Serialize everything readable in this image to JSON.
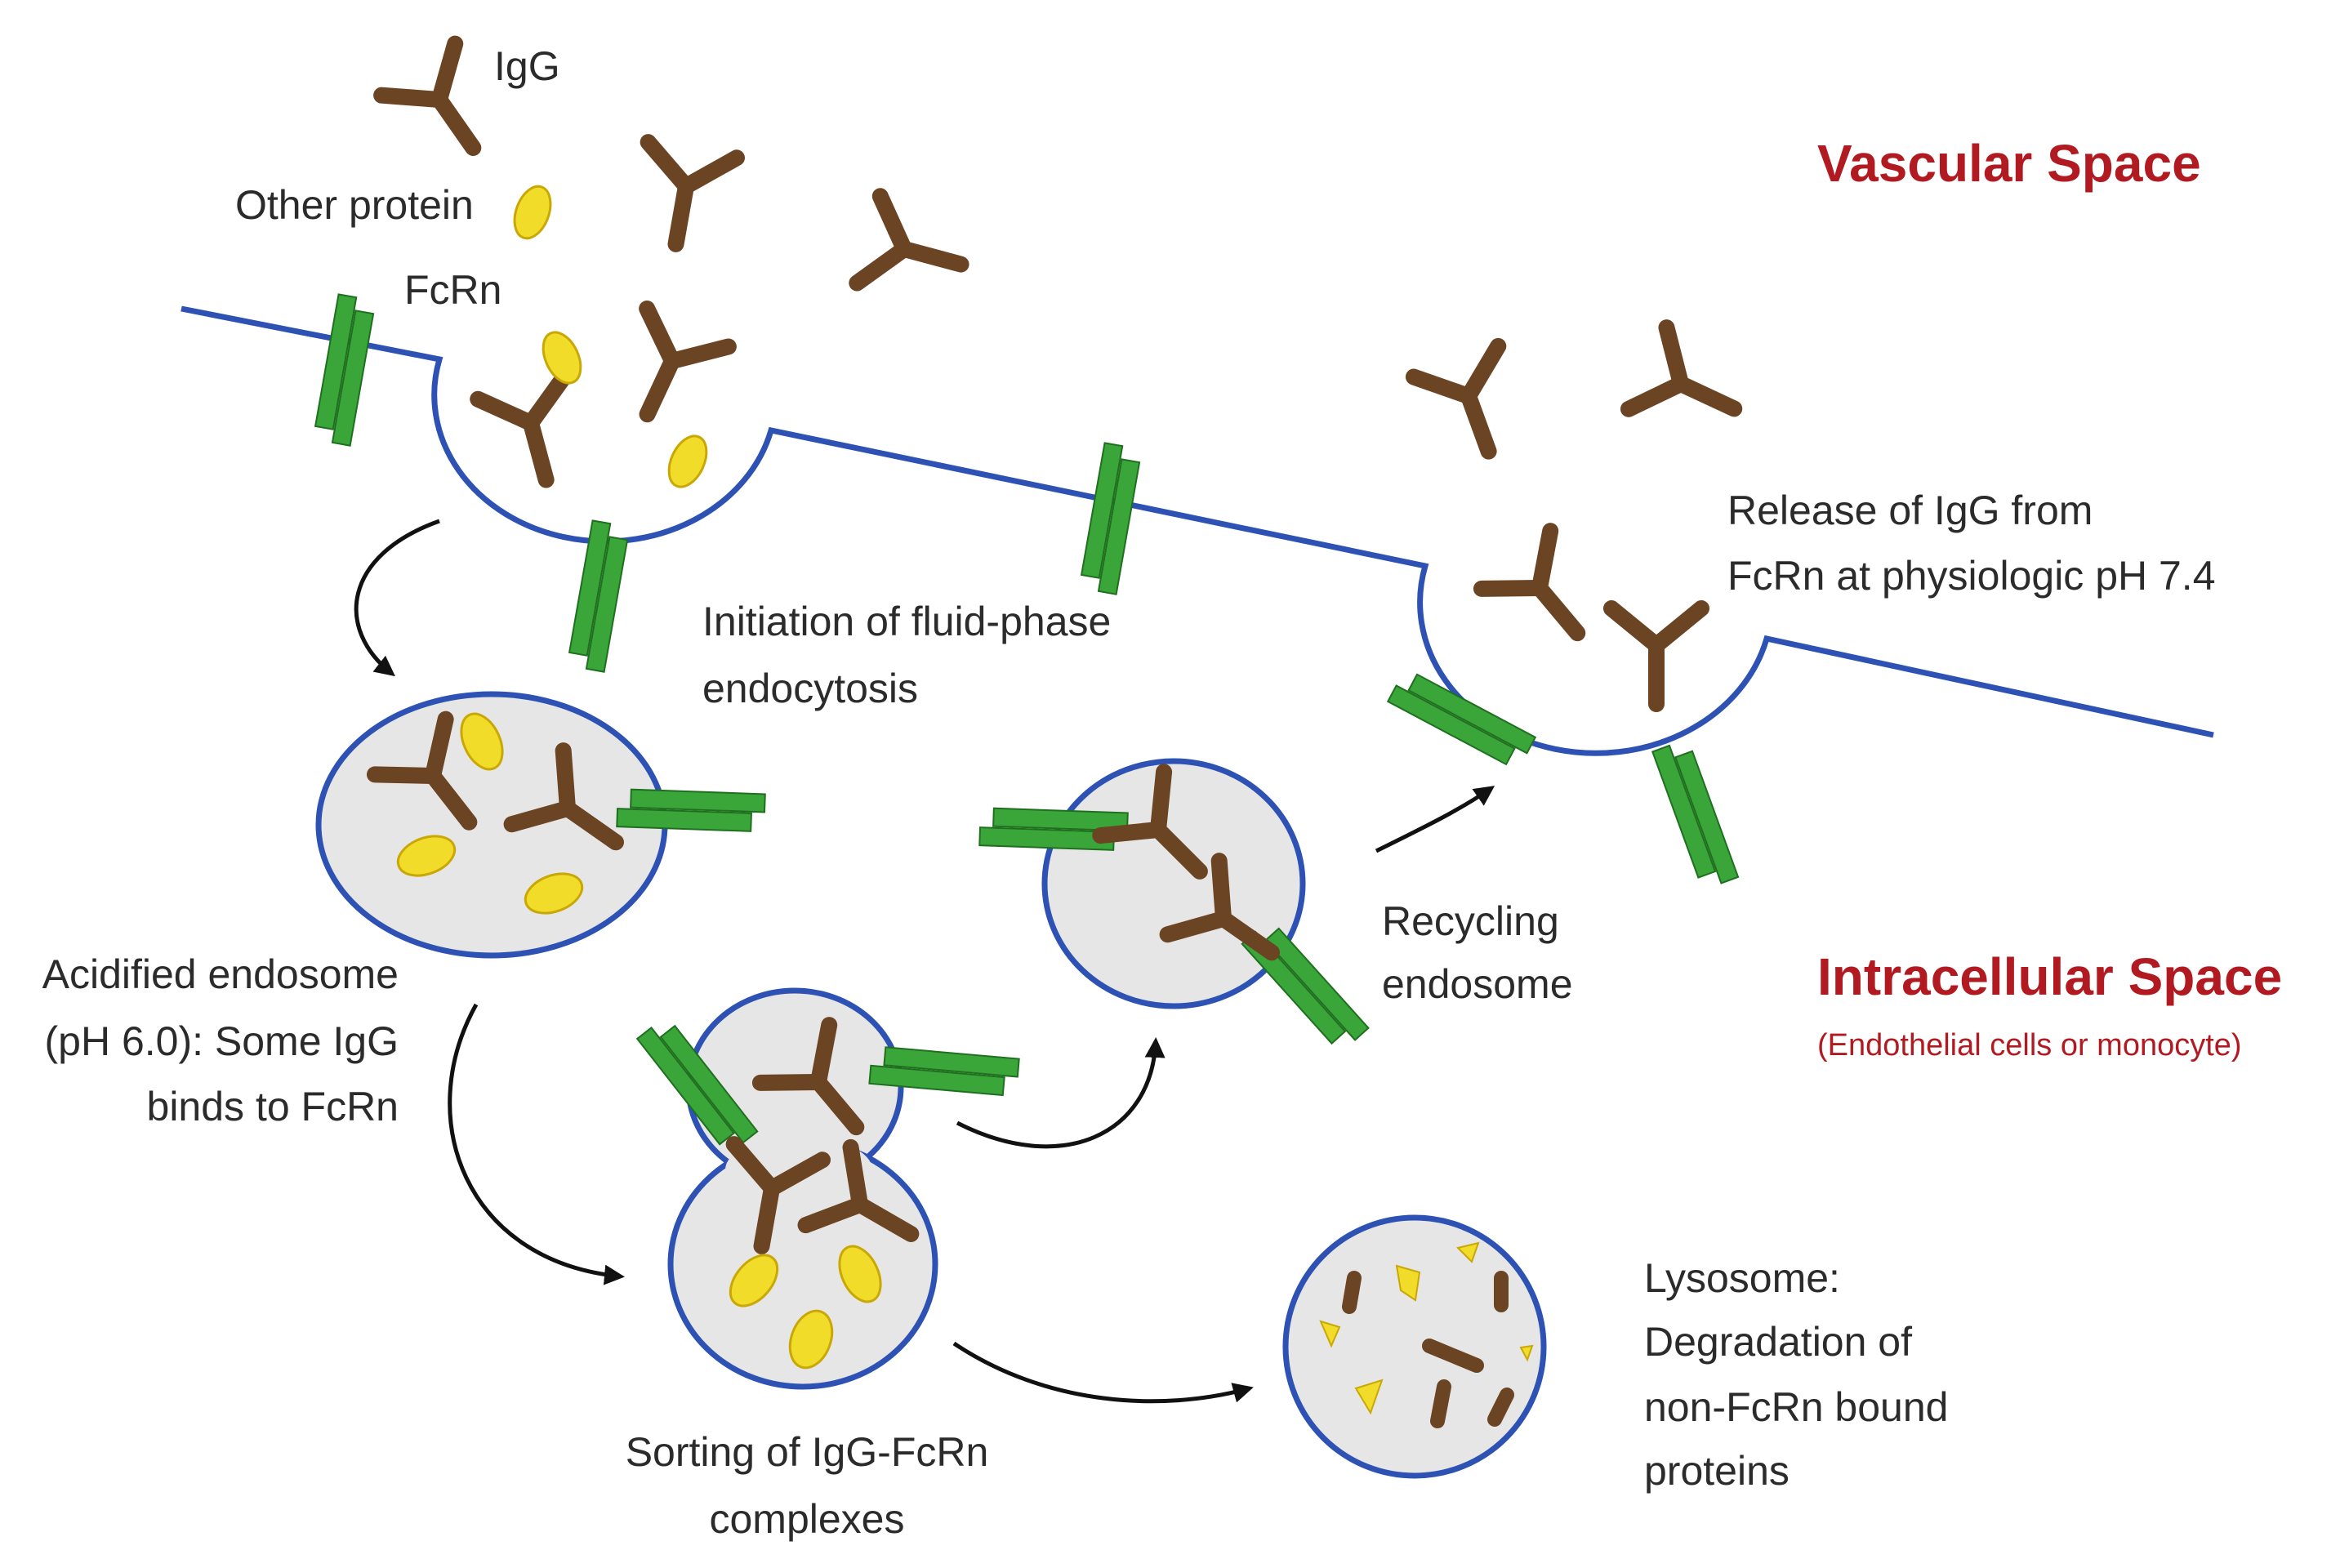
{
  "regions": {
    "vascular": "Vascular Space",
    "intracellular": "Intracellular Space",
    "intracellular_sub": "(Endothelial cells or monocyte)"
  },
  "legend": {
    "igg": "IgG",
    "other_protein": "Other protein",
    "fcrn": "FcRn"
  },
  "steps": {
    "initiation": [
      "Initiation of fluid-phase",
      "endocytosis"
    ],
    "acidified": [
      "Acidified endosome",
      "(pH 6.0): Some IgG",
      "binds to FcRn"
    ],
    "sorting": [
      "Sorting of IgG-FcRn",
      "complexes"
    ],
    "recycling": [
      "Recycling",
      "endosome"
    ],
    "release": [
      "Release of IgG from",
      "FcRn at physiologic pH 7.4"
    ],
    "lysosome": [
      "Lysosome:",
      "Degradation of",
      "non-FcRn bound",
      "proteins"
    ]
  },
  "colors": {
    "region_label": "#b11a21",
    "membrane": "#2d52b4",
    "igg": "#6b4424",
    "fcrn": "#3aa63a",
    "protein": "#f2dc2a",
    "vesicle_fill": "#e6e6e6"
  }
}
